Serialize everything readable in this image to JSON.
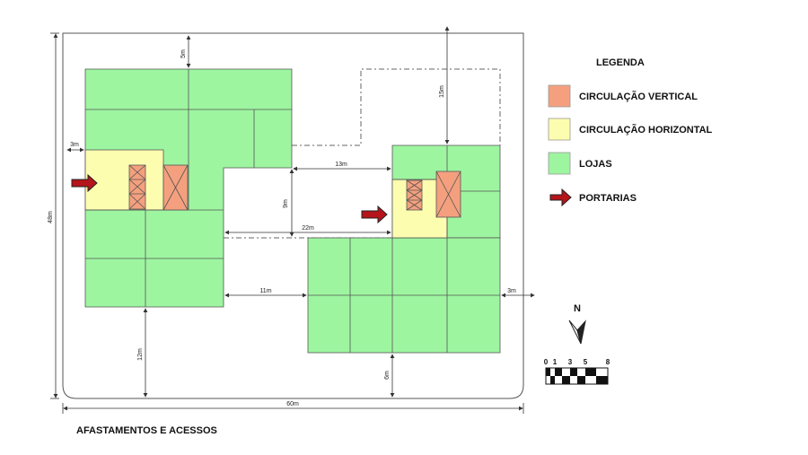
{
  "legend": {
    "title": "LEGENDA",
    "items": [
      {
        "label": "CIRCULAÇÃO VERTICAL",
        "color": "#f4a07e"
      },
      {
        "label": "CIRCULAÇÃO HORIZONTAL",
        "color": "#fdfdb0"
      },
      {
        "label": "LOJAS",
        "color": "#9ef5a0"
      },
      {
        "label": "PORTARIAS",
        "color": "#b5141a"
      }
    ]
  },
  "dimensions": {
    "top_setback": "5m",
    "left_setback": "3m",
    "total_height": "48m",
    "right_top_setback": "15m",
    "gap_13": "13m",
    "gap_9": "9m",
    "gap_22": "22m",
    "gap_11": "11m",
    "right_setback": "3m",
    "bottom_left_setback": "12m",
    "bottom_right_setback": "6m",
    "total_width": "60m"
  },
  "north": {
    "label": "N"
  },
  "scale_bar": {
    "labels": [
      "0",
      "1",
      "3",
      "5",
      "8"
    ]
  },
  "caption": "AFASTAMENTOS E ACESSOS"
}
